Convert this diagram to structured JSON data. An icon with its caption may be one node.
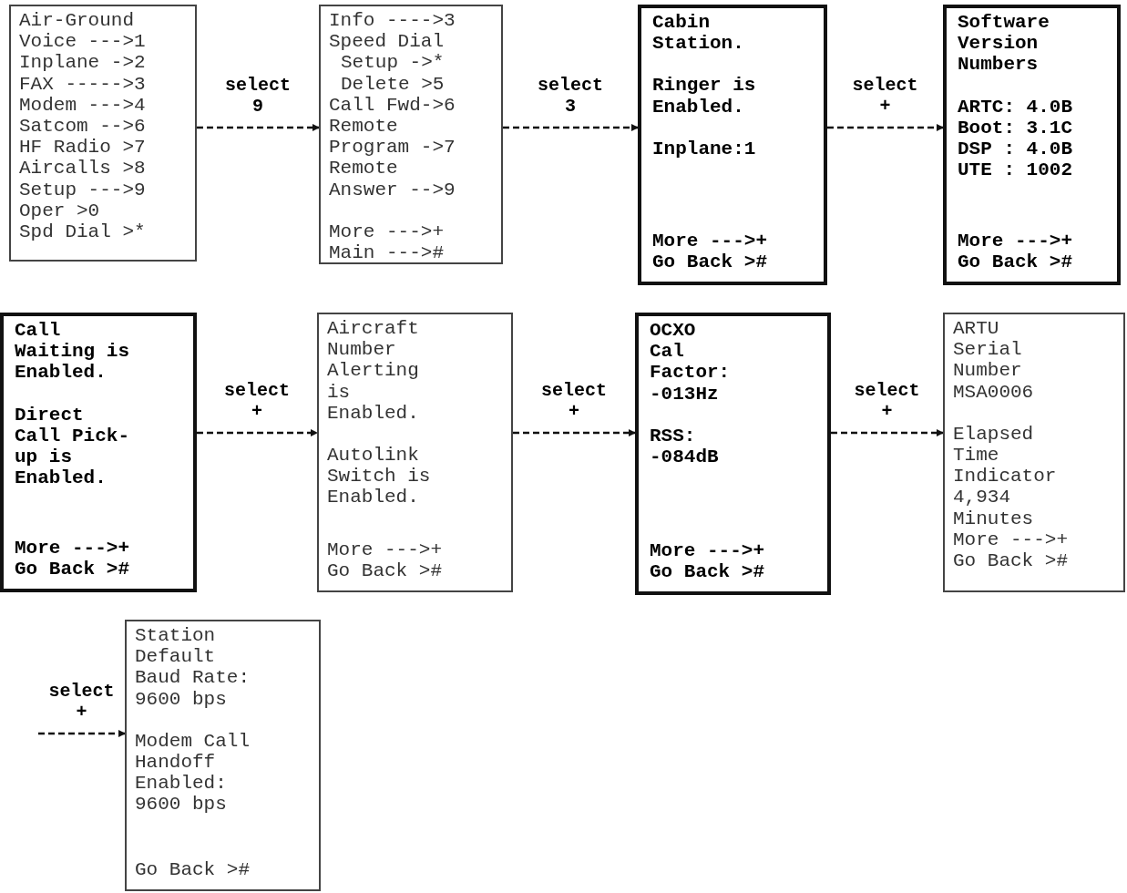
{
  "diagram": {
    "nodes": [
      {
        "text": [
          "Air-Ground",
          "Voice --->1",
          "Inplane ->2",
          "FAX ----->3",
          "Modem --->4",
          "Satcom -->6",
          "HF Radio >7",
          "Aircalls >8",
          "Setup --->9",
          "Oper >0",
          "Spd Dial >*"
        ]
      },
      {
        "text": [
          "Info ---->3",
          "Speed Dial",
          "Setup ->*",
          "Delete >5",
          "Call Fwd->6",
          "Remote Program ->7",
          "Remote Answer -->9",
          "More --->+",
          "Main --->#"
        ]
      },
      {
        "text": [
          "Cabin Station.",
          "Ringer is Enabled.",
          "Inplane:1",
          "More --->+",
          "Go Back >#"
        ]
      },
      {
        "text": [
          "Software Version Numbers",
          "ARTC: 4.0B",
          "Boot: 3.1C",
          "DSP : 4.0B",
          "UTE : 1002",
          "More --->+",
          "Go Back >#"
        ]
      },
      {
        "text": [
          "Call Waiting is Enabled.",
          "Direct Call Pick-up is Enabled.",
          "More --->+",
          "Go Back >#"
        ]
      },
      {
        "text": [
          "Aircraft Number Alerting is Enabled.",
          "Autolink Switch is Enabled.",
          "More --->+",
          "Go Back >#"
        ]
      },
      {
        "text": [
          "OCXO Cal Factor: -013Hz",
          "RSS: -084dB",
          "More --->+",
          "Go Back >#"
        ]
      },
      {
        "text": [
          "ARTU Serial Number MSA0006",
          "Elapsed Time Indicator 4,934 Minutes",
          "More --->+",
          "Go Back >#"
        ]
      },
      {
        "text": [
          "Station Default Baud Rate: 9600 bps",
          "Modem Call Handoff Enabled: 9600 bps",
          "Go Back >#"
        ]
      }
    ],
    "edges": [
      {
        "from": 0,
        "to": 1,
        "arrow": "to",
        "label": "select 9",
        "style": "dashed"
      },
      {
        "from": 1,
        "to": 2,
        "arrow": "to",
        "label": "select 3",
        "style": "dashed"
      },
      {
        "from": 2,
        "to": 3,
        "arrow": "to",
        "label": "select +",
        "style": "dashed"
      },
      {
        "from": 4,
        "to": 5,
        "arrow": "to",
        "label": "select +",
        "style": "dashed"
      },
      {
        "from": 5,
        "to": 6,
        "arrow": "to",
        "label": "select +",
        "style": "dashed"
      },
      {
        "from": 6,
        "to": 7,
        "arrow": "to",
        "label": "select +",
        "style": "dashed"
      },
      {
        "from": null,
        "to": 8,
        "arrow": "to",
        "label": "select +",
        "style": "dashed"
      }
    ]
  }
}
